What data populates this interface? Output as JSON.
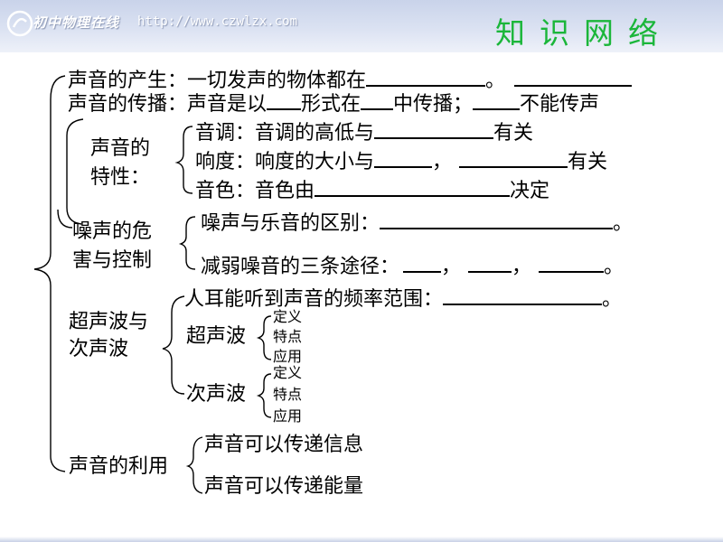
{
  "header": {
    "brand": "初中物理在线",
    "url": "http://www.czwlzx.com",
    "title": "知识网络"
  },
  "items": {
    "produce_a": "声音的产生：一切发声的物体都在",
    "produce_b": "。",
    "spread_a": "声音的传播：声音是以",
    "spread_b": "形式在",
    "spread_c": "中传播；",
    "spread_d": "不能传声"
  },
  "traits": {
    "label_1": "声音的",
    "label_2": "特性：",
    "pitch_a": "音调：音调的高低与",
    "pitch_b": "有关",
    "loud_a": "响度：响度的大小与",
    "loud_b": "，",
    "loud_c": "有关",
    "timbre_a": "音色：音色由",
    "timbre_b": "决定"
  },
  "noise": {
    "label_1": "噪声的危",
    "label_2": "害与控制",
    "diff_a": "噪声与乐音的区别：",
    "diff_b": "。",
    "reduce_a": "减弱噪音的三条途径：",
    "comma1": "，",
    "comma2": "，",
    "reduce_b": "。"
  },
  "ultra": {
    "label_1": "超声波与",
    "label_2": "次声波",
    "range_a": "人耳能听到声音的频率范围：",
    "range_b": "。",
    "ultra_label": "超声波",
    "infra_label": "次声波",
    "sub": [
      "定义",
      "特点",
      "应用"
    ],
    "sub2": [
      "定义",
      "特点",
      "应用"
    ]
  },
  "use": {
    "label": "声音的利用",
    "info": "声音可以传递信息",
    "energy": "声音可以传递能量"
  }
}
